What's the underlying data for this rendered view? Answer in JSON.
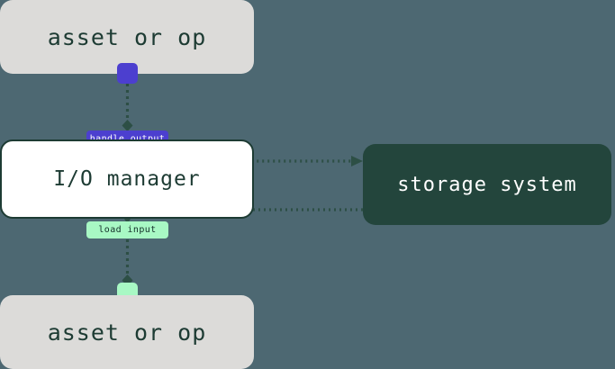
{
  "diagram": {
    "background_color": "#4d6872",
    "nodes": [
      {
        "id": "asset-top",
        "label": "asset or op",
        "fill": "#dcdbd9",
        "text_color": "#1d3b33"
      },
      {
        "id": "io-manager",
        "label": "I/O manager",
        "fill": "#ffffff",
        "border_color": "#1d3b33",
        "text_color": "#1d3b33"
      },
      {
        "id": "storage-system",
        "label": "storage system",
        "fill": "#23453c",
        "text_color": "#ffffff"
      },
      {
        "id": "asset-bottom",
        "label": "asset or op",
        "fill": "#dcdbd9",
        "text_color": "#1d3b33"
      }
    ],
    "ports": [
      {
        "id": "output-port",
        "color": "#4c3fcf"
      },
      {
        "id": "input-port",
        "color": "#a8f8c4"
      }
    ],
    "edge_labels": [
      {
        "id": "handle-output",
        "text": "handle output",
        "fill": "#4c3fcf",
        "text_color": "#ffffff"
      },
      {
        "id": "load-input",
        "text": "load input",
        "fill": "#a8f8c4",
        "text_color": "#14302a"
      }
    ],
    "edges": [
      {
        "id": "asset-to-handle-output",
        "style": "dotted",
        "color": "#2d4f45",
        "arrowhead": "diamond"
      },
      {
        "id": "handle-output-to-storage",
        "style": "dotted",
        "color": "#2d4f45",
        "arrowhead": "triangle"
      },
      {
        "id": "storage-to-load-input",
        "style": "dotted",
        "color": "#2d4f45",
        "arrowhead": "triangle"
      },
      {
        "id": "load-input-to-asset",
        "style": "dotted",
        "color": "#2d4f45",
        "arrowhead": "diamond"
      }
    ]
  }
}
